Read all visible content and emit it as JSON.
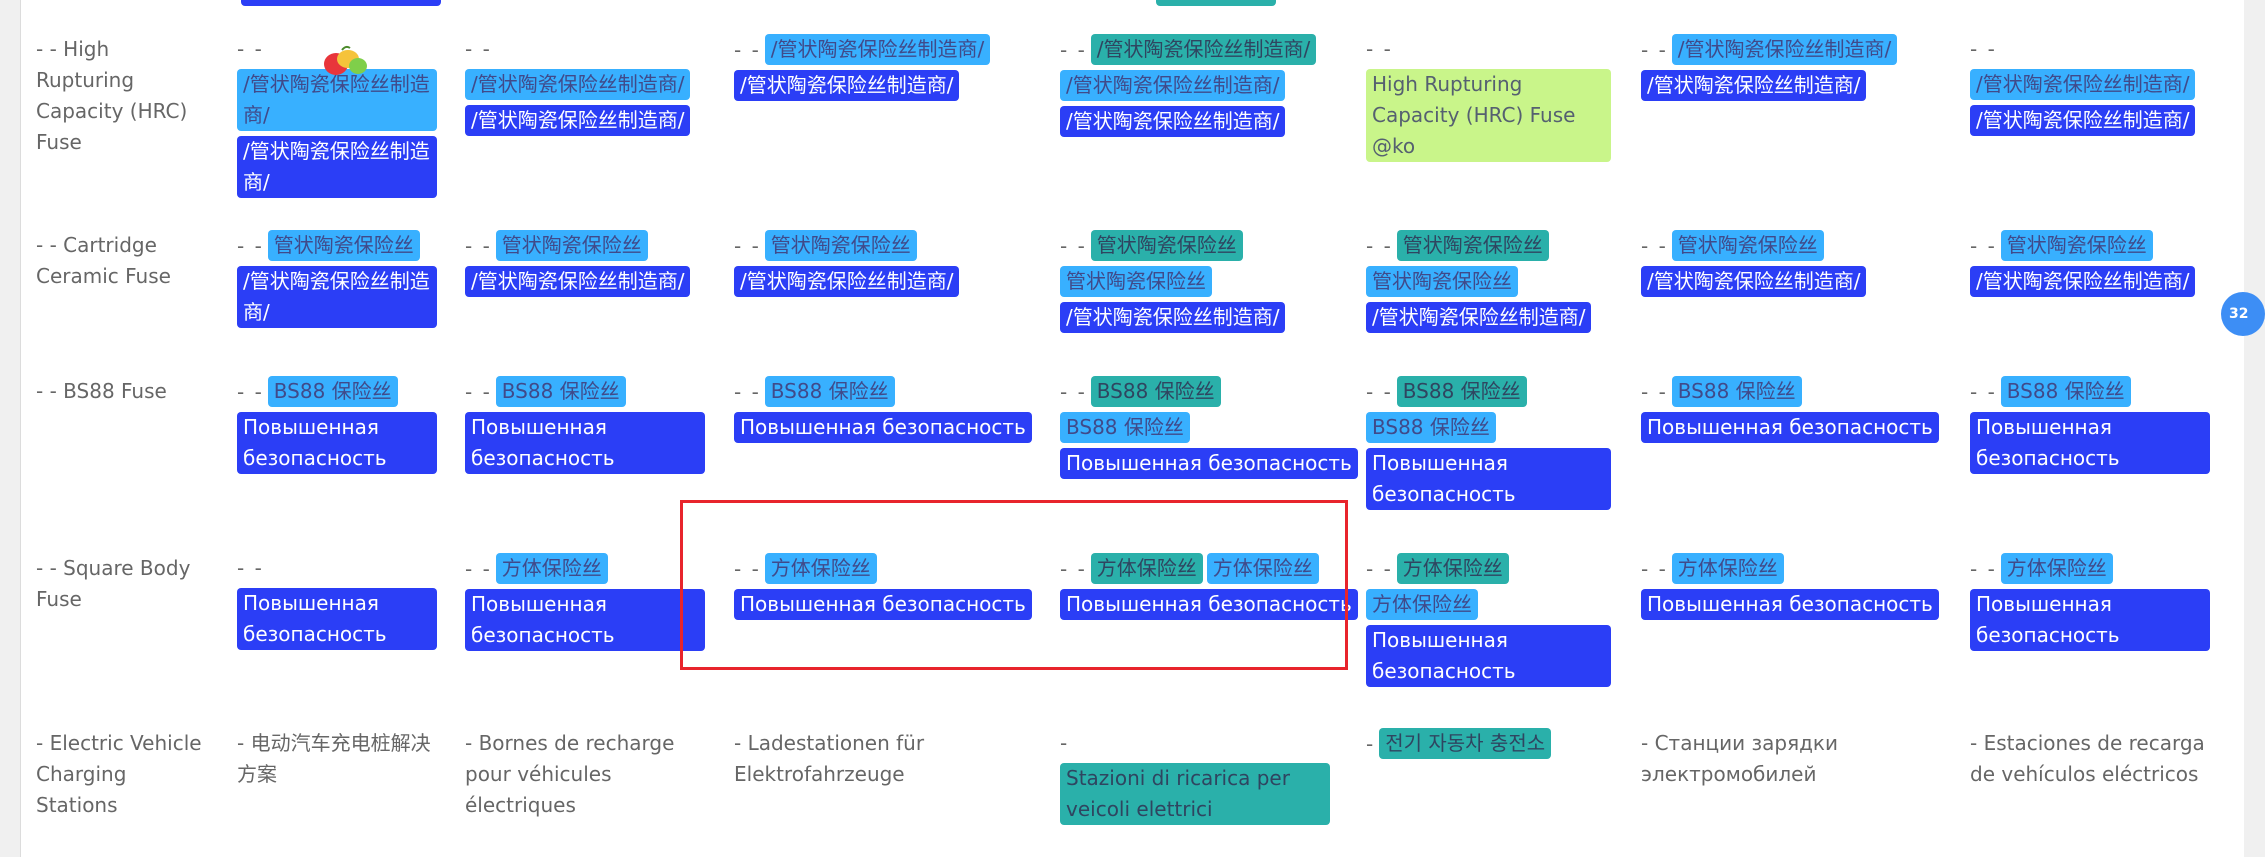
{
  "rows": [
    {
      "label": "- - High Rupturing Capacity (HRC) Fuse",
      "cells": [
        {
          "dash": "- -",
          "tags": [
            {
              "text": "/管状陶瓷保险丝制造商/",
              "style": "light",
              "wrap": true
            },
            {
              "text": "/管状陶瓷保险丝制造商/",
              "style": "dark",
              "wrap": true
            }
          ]
        },
        {
          "dash": "- -",
          "tags": [
            {
              "text": "/管状陶瓷保险丝制造商/",
              "style": "light"
            },
            {
              "text": "/管状陶瓷保险丝制造商/",
              "style": "dark"
            }
          ]
        },
        {
          "dash": "- -",
          "inline": [
            {
              "text": "/管状陶瓷保险丝制造商/",
              "style": "light"
            }
          ],
          "tags": [
            {
              "text": "/管状陶瓷保险丝制造商/",
              "style": "dark"
            }
          ]
        },
        {
          "dash": "- -",
          "inline": [
            {
              "text": "/管状陶瓷保险丝制造商/",
              "style": "teal"
            }
          ],
          "tags": [
            {
              "text": "/管状陶瓷保险丝制造商/",
              "style": "light"
            },
            {
              "text": "/管状陶瓷保险丝制造商/",
              "style": "dark"
            }
          ]
        },
        {
          "dash": "- -",
          "tags": [
            {
              "text": "High Rupturing Capacity (HRC) Fuse @ko",
              "style": "lime",
              "wrap": true
            }
          ]
        },
        {
          "dash": "- -",
          "inline": [
            {
              "text": "/管状陶瓷保险丝制造商/",
              "style": "light"
            }
          ],
          "tags": [
            {
              "text": "/管状陶瓷保险丝制造商/",
              "style": "dark"
            }
          ]
        },
        {
          "dash": "- -",
          "tags": [
            {
              "text": "/管状陶瓷保险丝制造商/",
              "style": "light"
            },
            {
              "text": "/管状陶瓷保险丝制造商/",
              "style": "dark"
            }
          ]
        }
      ]
    },
    {
      "label": "- - Cartridge Ceramic Fuse",
      "cells": [
        {
          "dash": "- -",
          "inline": [
            {
              "text": "管状陶瓷保险丝",
              "style": "light"
            }
          ],
          "tags": [
            {
              "text": "/管状陶瓷保险丝制造商/",
              "style": "dark",
              "wrap": true
            }
          ]
        },
        {
          "dash": "- -",
          "inline": [
            {
              "text": "管状陶瓷保险丝",
              "style": "light"
            }
          ],
          "tags": [
            {
              "text": "/管状陶瓷保险丝制造商/",
              "style": "dark"
            }
          ]
        },
        {
          "dash": "- -",
          "inline": [
            {
              "text": "管状陶瓷保险丝",
              "style": "light"
            }
          ],
          "tags": [
            {
              "text": "/管状陶瓷保险丝制造商/",
              "style": "dark"
            }
          ]
        },
        {
          "dash": "- -",
          "inline": [
            {
              "text": "管状陶瓷保险丝",
              "style": "teal"
            }
          ],
          "tags": [
            {
              "text": "管状陶瓷保险丝",
              "style": "light"
            },
            {
              "text": "/管状陶瓷保险丝制造商/",
              "style": "dark"
            }
          ]
        },
        {
          "dash": "- -",
          "inline": [
            {
              "text": "管状陶瓷保险丝",
              "style": "teal"
            }
          ],
          "tags": [
            {
              "text": "管状陶瓷保险丝",
              "style": "light"
            },
            {
              "text": "/管状陶瓷保险丝制造商/",
              "style": "dark"
            }
          ]
        },
        {
          "dash": "- -",
          "inline": [
            {
              "text": "管状陶瓷保险丝",
              "style": "light"
            }
          ],
          "tags": [
            {
              "text": "/管状陶瓷保险丝制造商/",
              "style": "dark"
            }
          ]
        },
        {
          "dash": "- -",
          "inline": [
            {
              "text": "管状陶瓷保险丝",
              "style": "light"
            }
          ],
          "tags": [
            {
              "text": "/管状陶瓷保险丝制造商/",
              "style": "dark"
            }
          ]
        }
      ]
    },
    {
      "label": "- - BS88 Fuse",
      "cells": [
        {
          "dash": "- -",
          "inline": [
            {
              "text": "BS88 保险丝",
              "style": "light"
            }
          ],
          "tags": [
            {
              "text": "Повышенная безопасность",
              "style": "dark",
              "wrap": true
            }
          ]
        },
        {
          "dash": "- -",
          "inline": [
            {
              "text": "BS88 保险丝",
              "style": "light"
            }
          ],
          "tags": [
            {
              "text": "Повышенная безопасность",
              "style": "dark",
              "wrap": true
            }
          ]
        },
        {
          "dash": "- -",
          "inline": [
            {
              "text": "BS88 保险丝",
              "style": "light"
            }
          ],
          "tags": [
            {
              "text": "Повышенная безопасность",
              "style": "dark"
            }
          ]
        },
        {
          "dash": "- -",
          "inline": [
            {
              "text": "BS88 保险丝",
              "style": "teal"
            }
          ],
          "tags": [
            {
              "text": "BS88 保险丝",
              "style": "light"
            },
            {
              "text": "Повышенная безопасность",
              "style": "dark"
            }
          ]
        },
        {
          "dash": "- -",
          "inline": [
            {
              "text": "BS88 保险丝",
              "style": "teal"
            }
          ],
          "tags": [
            {
              "text": "BS88 保险丝",
              "style": "light"
            },
            {
              "text": "Повышенная безопасность",
              "style": "dark",
              "wrap": true
            }
          ]
        },
        {
          "dash": "- -",
          "inline": [
            {
              "text": "BS88 保险丝",
              "style": "light"
            }
          ],
          "tags": [
            {
              "text": "Повышенная безопасность",
              "style": "dark"
            }
          ]
        },
        {
          "dash": "- -",
          "inline": [
            {
              "text": "BS88 保险丝",
              "style": "light"
            }
          ],
          "tags": [
            {
              "text": "Повышенная безопасность",
              "style": "dark",
              "wrap": true
            }
          ]
        }
      ]
    },
    {
      "label": "- - Square Body Fuse",
      "cells": [
        {
          "dash": "- -",
          "tags": [
            {
              "text": "Повышенная безопасность",
              "style": "dark",
              "wrap": true
            }
          ]
        },
        {
          "dash": "- -",
          "inline": [
            {
              "text": "方体保险丝",
              "style": "light"
            }
          ],
          "tags": [
            {
              "text": "Повышенная безопасность",
              "style": "dark",
              "wrap": true
            }
          ]
        },
        {
          "dash": "- -",
          "inline": [
            {
              "text": "方体保险丝",
              "style": "light"
            }
          ],
          "tags": [
            {
              "text": "Повышенная безопасность",
              "style": "dark"
            }
          ]
        },
        {
          "dash": "- -",
          "inline": [
            {
              "text": "方体保险丝",
              "style": "teal"
            },
            {
              "text": "方体保险丝",
              "style": "light"
            }
          ],
          "tags": [
            {
              "text": "Повышенная безопасность",
              "style": "dark"
            }
          ]
        },
        {
          "dash": "- -",
          "inline": [
            {
              "text": "方体保险丝",
              "style": "teal"
            }
          ],
          "tags": [
            {
              "text": "方体保险丝",
              "style": "light"
            },
            {
              "text": "Повышенная безопасность",
              "style": "dark",
              "wrap": true
            }
          ]
        },
        {
          "dash": "- -",
          "inline": [
            {
              "text": "方体保险丝",
              "style": "light"
            }
          ],
          "tags": [
            {
              "text": "Повышенная безопасность",
              "style": "dark"
            }
          ]
        },
        {
          "dash": "- -",
          "inline": [
            {
              "text": "方体保险丝",
              "style": "light"
            }
          ],
          "tags": [
            {
              "text": "Повышенная безопасность",
              "style": "dark",
              "wrap": true
            }
          ]
        }
      ]
    },
    {
      "label": "- Electric Vehicle Charging Stations",
      "cells": [
        {
          "plain": "- 电动汽车充电桩解决方案"
        },
        {
          "plain": "- Bornes de recharge pour véhicules électriques"
        },
        {
          "plain": "- Ladestationen für Elektrofahrzeuge"
        },
        {
          "dash": "-",
          "tags": [
            {
              "text": "Stazioni di ricarica per veicoli elettrici",
              "style": "teal",
              "wrap": true
            }
          ]
        },
        {
          "dash": "-",
          "inline": [
            {
              "text": "전기 자동차 충전소",
              "style": "teal"
            }
          ],
          "tags": []
        },
        {
          "plain": "- Станции зарядки электромобилей"
        },
        {
          "plain": "- Estaciones de recarga de vehículos eléctricos"
        }
      ]
    }
  ],
  "side_badge": "32",
  "colors": {
    "dark": "#2b3ef6",
    "light": "#38b0ff",
    "teal": "#2ab0aa",
    "lime": "#c9f58a",
    "highlight": "#e8242c"
  }
}
